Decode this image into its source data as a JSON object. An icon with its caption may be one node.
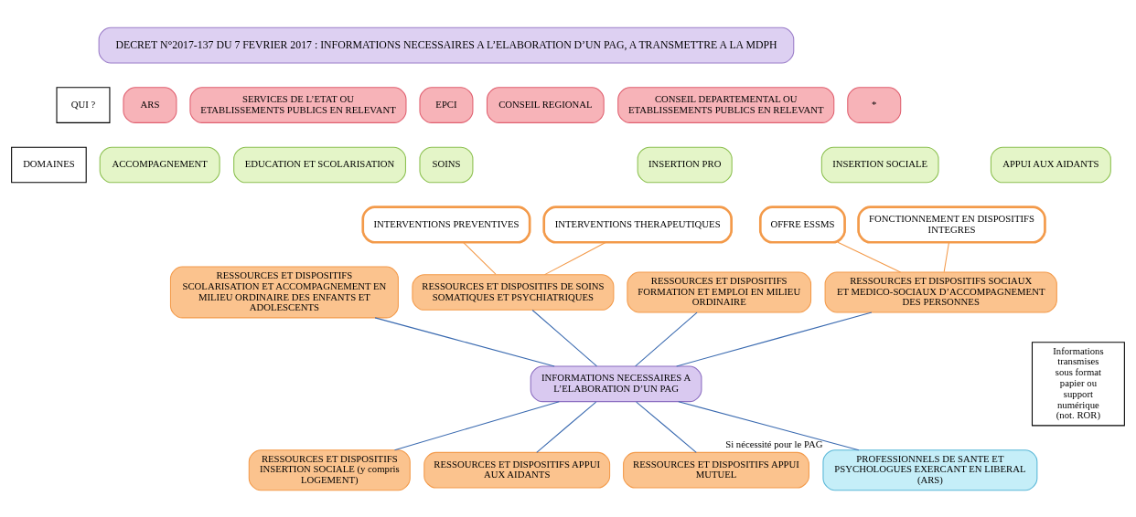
{
  "diagram": {
    "nodes": [
      {
        "text": [
          "DECRET N°2017-137 DU 7 FEVRIER 2017 : INFORMATIONS NECESSAIRES A L’ELABORATION D’UN PAG, A TRANSMETTRE A LA MDPH"
        ]
      },
      {
        "text": [
          "QUI ?"
        ]
      },
      {
        "text": [
          "ARS"
        ]
      },
      {
        "text": [
          "SERVICES DE L’ETAT OU ETABLISSEMENTS PUBLICS EN RELEVANT"
        ]
      },
      {
        "text": [
          "EPCI"
        ]
      },
      {
        "text": [
          "CONSEIL REGIONAL"
        ]
      },
      {
        "text": [
          "CONSEIL DEPARTEMENTAL OU ETABLISSEMENTS PUBLICS EN RELEVANT"
        ]
      },
      {
        "text": [
          "*"
        ]
      },
      {
        "text": [
          "DOMAINES"
        ]
      },
      {
        "text": [
          "ACCOMPAGNEMENT"
        ]
      },
      {
        "text": [
          "EDUCATION ET SCOLARISATION"
        ]
      },
      {
        "text": [
          "SOINS"
        ]
      },
      {
        "text": [
          "INSERTION PRO"
        ]
      },
      {
        "text": [
          "INSERTION SOCIALE"
        ]
      },
      {
        "text": [
          "APPUI AUX AIDANTS"
        ]
      },
      {
        "text": [
          "INFORMATIONS NECESSAIRES A L’ELABORATION D’UN PAG"
        ]
      },
      {
        "text": [
          "RESSOURCES ET DISPOSITIFS SCOLARISATION ET ACCOMPAGNEMENT EN MILIEU ORDINAIRE DES ENFANTS ET ADOLESCENTS"
        ]
      },
      {
        "text": [
          "RESSOURCES ET DISPOSITIFS FORMATION ET EMPLOI EN MILIEU ORDINAIRE"
        ]
      },
      {
        "text": [
          "RESSOURCES ET DISPOSITIFS INSERTION SOCIALE (y compris LOGEMENT)"
        ]
      },
      {
        "text": [
          "RESSOURCES ET DISPOSITIFS APPUI AUX AIDANTS"
        ]
      },
      {
        "text": [
          "RESSOURCES ET DISPOSITIFS APPUI MUTUEL"
        ]
      },
      {
        "text": [
          "PROFESSIONNELS DE SANTE ET PSYCHOLOGUES EXERCANT EN LIBERAL (ARS)"
        ],
        "beside": [
          "Si nécessité pour le PAG"
        ]
      },
      {
        "text": [
          "RESSOURCES ET DISPOSITIFS SOCIAUX ET MEDICO-SOCIAUX D’ACCOMPAGNEMENT DES PERSONNES"
        ]
      },
      {
        "text": [
          "RESSOURCES ET DISPOSITIFS DE SOINS SOMATIQUES ET PSYCHIATRIQUES"
        ]
      },
      {
        "text": [
          "INTERVENTIONS PREVENTIVES"
        ]
      },
      {
        "text": [
          "INTERVENTIONS THERAPEUTIQUES"
        ]
      },
      {
        "text": [
          "OFFRE ESSMS"
        ]
      },
      {
        "text": [
          "FONCTIONNEMENT EN DISPOSITIFS INTEGRES"
        ]
      },
      {
        "text": [
          "Informations transmises sous format papier ou support numérique (not. ROR)"
        ]
      }
    ],
    "edges": [
      {
        "from": 16,
        "to": 15,
        "arrow": "none"
      },
      {
        "from": 17,
        "to": 15,
        "arrow": "none"
      },
      {
        "from": 23,
        "to": 15,
        "arrow": "none"
      },
      {
        "from": 22,
        "to": 15,
        "arrow": "none"
      },
      {
        "from": 15,
        "to": 18,
        "arrow": "none"
      },
      {
        "from": 15,
        "to": 19,
        "arrow": "none"
      },
      {
        "from": 15,
        "to": 20,
        "arrow": "none"
      },
      {
        "from": 15,
        "to": 21,
        "arrow": "none"
      },
      {
        "from": 24,
        "to": 23,
        "arrow": "none",
        "color": "#f39a4a"
      },
      {
        "from": 25,
        "to": 23,
        "arrow": "none",
        "color": "#f39a4a"
      },
      {
        "from": 26,
        "to": 22,
        "arrow": "none",
        "color": "#f39a4a"
      },
      {
        "from": 27,
        "to": 22,
        "arrow": "none",
        "color": "#f39a4a"
      }
    ]
  }
}
